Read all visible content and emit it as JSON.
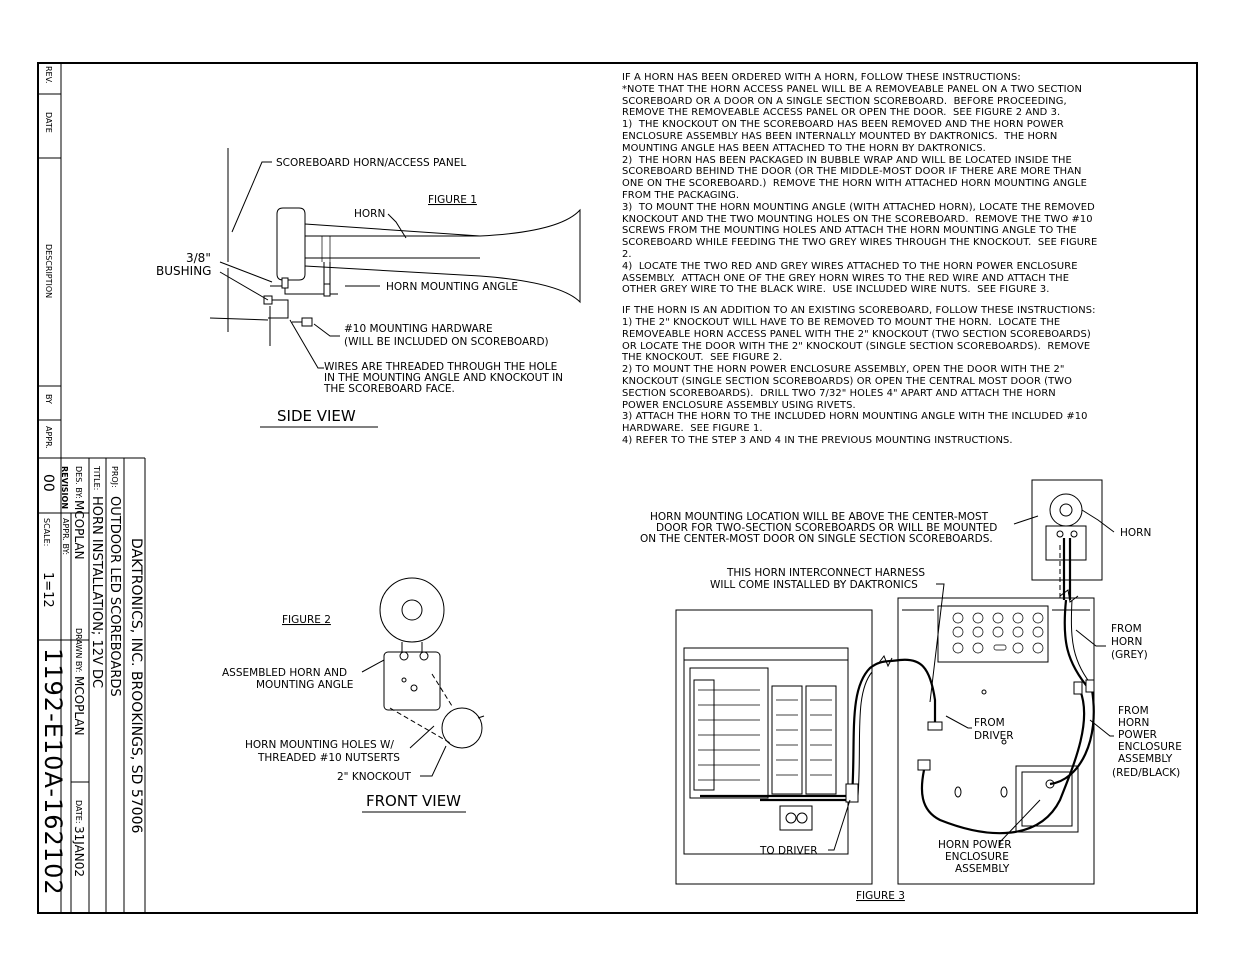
{
  "title_block": {
    "rev_label": "REV.",
    "date_label": "DATE",
    "description_label": "DESCRIPTION",
    "by_label": "BY",
    "appr_label": "APPR.",
    "company": "DAKTRONICS, INC.  BROOKINGS, SD 57006",
    "proj_label": "PROJ:",
    "proj_value": "OUTDOOR LED SCOREBOARDS",
    "title_label": "TITLE:",
    "title_value": "HORN INSTALLATION; 12V DC",
    "des_by_label": "DES. BY:",
    "des_by_value": "MCOPLAN",
    "drawn_by_label": "DRAWN BY:",
    "drawn_by_value": "MCOPLAN",
    "date_field_label": "DATE:",
    "date_value": "31JAN02",
    "revision_label": "REVISION",
    "revision_value": "00",
    "appr_by_label": "APPR. BY:",
    "scale_label": "SCALE:",
    "scale_value": "1=12",
    "drawing_number": "1192-E10A-162102"
  },
  "instructions": [
    "IF A HORN HAS BEEN ORDERED WITH A HORN, FOLLOW THESE INSTRUCTIONS:",
    "*NOTE THAT THE HORN ACCESS PANEL WILL BE A REMOVEABLE PANEL ON A TWO SECTION",
    "SCOREBOARD OR A DOOR ON A SINGLE SECTION SCOREBOARD.  BEFORE PROCEEDING,",
    "REMOVE THE REMOVEABLE ACCESS PANEL OR OPEN THE DOOR.  SEE FIGURE 2 AND 3.",
    "1)  THE KNOCKOUT ON THE SCOREBOARD HAS BEEN REMOVED AND THE HORN POWER",
    "ENCLOSURE ASSEMBLY HAS BEEN INTERNALLY MOUNTED BY DAKTRONICS.  THE HORN",
    "MOUNTING ANGLE HAS BEEN ATTACHED TO THE HORN BY DAKTRONICS.",
    "2)  THE HORN HAS BEEN PACKAGED IN BUBBLE WRAP AND WILL BE LOCATED INSIDE THE",
    "SCOREBOARD BEHIND THE DOOR (OR THE MIDDLE-MOST DOOR IF THERE ARE MORE THAN",
    "ONE ON THE SCOREBOARD.)  REMOVE THE HORN WITH ATTACHED HORN MOUNTING ANGLE",
    "FROM THE PACKAGING.",
    "3)  TO MOUNT THE HORN MOUNTING ANGLE (WITH ATTACHED HORN), LOCATE THE REMOVED",
    "KNOCKOUT AND THE TWO MOUNTING HOLES ON THE SCOREBOARD.  REMOVE THE TWO #10",
    "SCREWS FROM THE MOUNTING HOLES AND ATTACH THE HORN MOUNTING ANGLE TO THE",
    "SCOREBOARD WHILE FEEDING THE TWO GREY WIRES THROUGH THE KNOCKOUT.  SEE FIGURE",
    "2.",
    "4)  LOCATE THE TWO RED AND GREY WIRES ATTACHED TO THE HORN POWER ENCLOSURE",
    "ASSEMBLY.  ATTACH ONE OF THE GREY HORN WIRES TO THE RED WIRE AND ATTACH THE",
    "OTHER GREY WIRE TO THE BLACK WIRE.  USE INCLUDED WIRE NUTS.  SEE FIGURE 3.",
    "",
    "IF THE HORN IS AN ADDITION TO AN EXISTING SCOREBOARD, FOLLOW THESE INSTRUCTIONS:",
    "1) THE 2\" KNOCKOUT WILL HAVE TO BE REMOVED TO MOUNT THE HORN.  LOCATE THE",
    "REMOVEABLE HORN ACCESS PANEL WITH THE 2\" KNOCKOUT (TWO SECTION SCOREBOARDS)",
    "OR LOCATE THE DOOR WITH THE 2\" KNOCKOUT (SINGLE SECTION SCOREBOARDS).  REMOVE",
    "THE KNOCKOUT.  SEE FIGURE 2.",
    "2) TO MOUNT THE HORN POWER ENCLOSURE ASSEMBLY, OPEN THE DOOR WITH THE 2\"",
    "KNOCKOUT (SINGLE SECTION SCOREBOARDS) OR OPEN THE CENTRAL MOST DOOR (TWO",
    "SECTION SCOREBOARDS).  DRILL TWO 7/32\" HOLES 4\" APART AND ATTACH THE HORN",
    "POWER ENCLOSURE ASSEMBLY USING RIVETS.",
    "3) ATTACH THE HORN TO THE INCLUDED HORN MOUNTING ANGLE WITH THE INCLUDED #10",
    "HARDWARE.  SEE FIGURE 1.",
    "4) REFER TO THE STEP 3 AND 4 IN THE PREVIOUS MOUNTING INSTRUCTIONS."
  ],
  "figure1": {
    "label": "FIGURE 1",
    "view": "SIDE VIEW",
    "panel": "SCOREBOARD HORN/ACCESS PANEL",
    "horn": "HORN",
    "bushing_size": "3/8\"",
    "bushing": "BUSHING",
    "angle": "HORN MOUNTING ANGLE",
    "hardware_1": "#10 MOUNTING HARDWARE",
    "hardware_2": "(WILL BE INCLUDED ON SCOREBOARD)",
    "wires_1": "WIRES ARE THREADED THROUGH THE HOLE",
    "wires_2": "IN THE MOUNTING ANGLE AND KNOCKOUT IN",
    "wires_3": "THE SCOREBOARD FACE."
  },
  "figure2": {
    "label": "FIGURE 2",
    "view": "FRONT VIEW",
    "assembled_1": "ASSEMBLED HORN AND",
    "assembled_2": "MOUNTING ANGLE",
    "holes_1": "HORN MOUNTING HOLES W/",
    "holes_2": "THREADED #10 NUTSERTS",
    "knockout": "2\" KNOCKOUT"
  },
  "figure3": {
    "label": "FIGURE 3",
    "location_1": "HORN MOUNTING LOCATION WILL BE ABOVE THE CENTER-MOST",
    "location_2": "DOOR FOR TWO-SECTION SCOREBOARDS OR WILL BE MOUNTED",
    "location_3": "ON THE CENTER-MOST DOOR ON SINGLE SECTION SCOREBOARDS.",
    "horn": "HORN",
    "harness_1": "THIS HORN INTERCONNECT HARNESS",
    "harness_2": "WILL COME INSTALLED BY DAKTRONICS",
    "from_horn_1": "FROM",
    "from_horn_2": "HORN",
    "from_horn_3": "(GREY)",
    "from_driver_1": "FROM",
    "from_driver_2": "DRIVER",
    "from_power_1": "FROM",
    "from_power_2": "HORN",
    "from_power_3": "POWER",
    "from_power_4": "ENCLOSURE",
    "from_power_5": "ASSEMBLY",
    "from_power_6": "(RED/BLACK)",
    "to_driver": "TO DRIVER",
    "enclosure_1": "HORN POWER",
    "enclosure_2": "ENCLOSURE",
    "enclosure_3": "ASSEMBLY"
  }
}
